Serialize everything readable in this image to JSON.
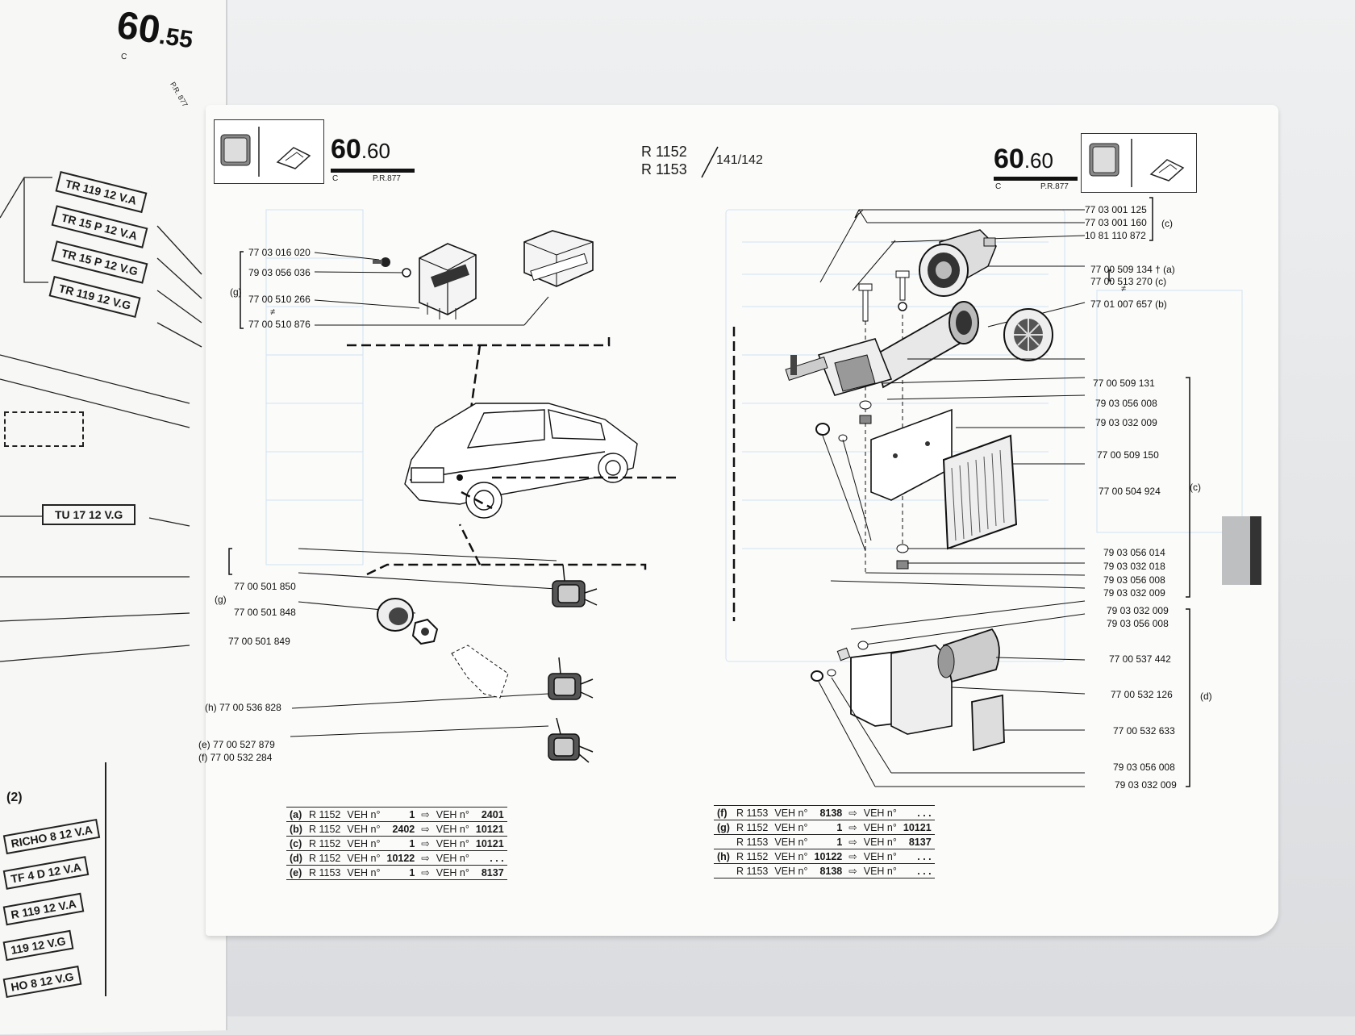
{
  "header": {
    "left_page_no": "60",
    "left_page_dec": ".55",
    "left_page_c": "C",
    "left_page_pr": "P.R. 877",
    "page_no": "60",
    "page_dec": ".60",
    "page_c": "C",
    "page_pr": "P.R.877",
    "right_page_no": "60",
    "right_page_dec": ".60",
    "right_page_c": "C",
    "right_page_pr": "P.R.877",
    "model_line1": "R 1152",
    "model_line2": "R 1153",
    "model_suffix": "141/142"
  },
  "left_edge": {
    "boxes": [
      "TR 119 12 V.A",
      "TR 15 P 12 V.A",
      "TR 15 P 12 V.G",
      "TR 119 12 V.G",
      "TU 17 12 V.G"
    ],
    "section_label": "(2)",
    "bottom_boxes": [
      "RICHO 8 12 V.A",
      "TF 4 D 12 V.A",
      "R 119 12 V.A",
      "119 12 V.G",
      "HO 8 12 V.G"
    ]
  },
  "left_diagram": {
    "group_g1": [
      "77 03 016 020",
      "79 03 056 036",
      "77 00 510 266",
      "77 00 510 876"
    ],
    "g1_letter": "(g)",
    "group_g2": [
      "77 00 501 850",
      "77 00 501 848"
    ],
    "g2_letter": "(g)",
    "single_849": "77 00 501 849",
    "h_ref": "(h) 77 00 536 828",
    "e_ref": "(e) 77 00 527 879",
    "f_ref": "(f) 77 00 532 284"
  },
  "right_diagram": {
    "top_group": [
      "77 03 001 125",
      "77 03 001 160",
      "10 81 110 872"
    ],
    "top_letter": "(c)",
    "mid_a": "77 00 509 134 † (a)",
    "mid_c": "77 00 513 270   (c)",
    "b_ref": "77 01 007 657 (b)",
    "group_c": [
      "77 00 509 131",
      "79 03 056 008",
      "79 03 032 009",
      "77 00 509 150",
      "77 00 504 924",
      "79 03 056 014",
      "79 03 032 018",
      "79 03 056 008",
      "79 03 032 009"
    ],
    "c_letter": "(c)",
    "group_d": [
      "79 03 032 009",
      "79 03 056 008",
      "77 00 537 442",
      "77 00 532 126",
      "77 00 532 633",
      "79 03 056 008",
      "79 03 032 009"
    ],
    "d_letter": "(d)"
  },
  "left_table": [
    {
      "key": "(a)",
      "model": "R 1152",
      "veh1": "VEH n°",
      "from": "1",
      "veh2": "VEH n°",
      "to": "2401"
    },
    {
      "key": "(b)",
      "model": "R 1152",
      "veh1": "VEH n°",
      "from": "2402",
      "veh2": "VEH n°",
      "to": "10121"
    },
    {
      "key": "(c)",
      "model": "R 1152",
      "veh1": "VEH n°",
      "from": "1",
      "veh2": "VEH n°",
      "to": "10121"
    },
    {
      "key": "(d)",
      "model": "R 1152",
      "veh1": "VEH n°",
      "from": "10122",
      "veh2": "VEH n°",
      "to": ". . ."
    },
    {
      "key": "(e)",
      "model": "R 1153",
      "veh1": "VEH n°",
      "from": "1",
      "veh2": "VEH n°",
      "to": "8137"
    }
  ],
  "right_table": [
    {
      "key": "(f)",
      "model": "R 1153",
      "veh1": "VEH n°",
      "from": "8138",
      "veh2": "VEH n°",
      "to": ". . ."
    },
    {
      "key": "(g)",
      "model": "R 1152",
      "veh1": "VEH n°",
      "from": "1",
      "veh2": "VEH n°",
      "to": "10121"
    },
    {
      "key": "",
      "model": "R 1153",
      "veh1": "VEH n°",
      "from": "1",
      "veh2": "VEH n°",
      "to": "8137"
    },
    {
      "key": "(h)",
      "model": "R 1152",
      "veh1": "VEH n°",
      "from": "10122",
      "veh2": "VEH n°",
      "to": ". . ."
    },
    {
      "key": "",
      "model": "R 1153",
      "veh1": "VEH n°",
      "from": "8138",
      "veh2": "VEH n°",
      "to": ". . ."
    }
  ],
  "arrow_glyph": "⇨"
}
